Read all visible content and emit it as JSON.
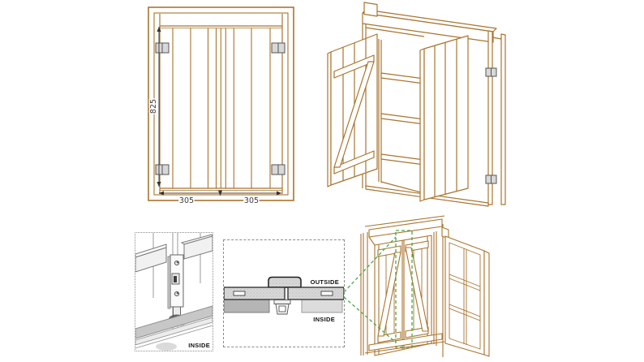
{
  "diagram": {
    "colors": {
      "wood_line": "#a9742e",
      "wood_line_dark": "#835a21",
      "section_outline": "#2a2a2a",
      "metal_grey": "#d8d8d8",
      "dimension_grey": "#3c3c3c",
      "callout_green": "#4aa84a",
      "inset_border_grey": "#8c8c8c"
    },
    "elevation": {
      "height_dimension": "825",
      "width_dimension_left": "305",
      "width_dimension_right": "305"
    },
    "latch_detail": {
      "inside_label": "INSIDE"
    },
    "section_detail": {
      "outside_label": "OUTSIDE",
      "inside_label": "INSIDE"
    }
  }
}
